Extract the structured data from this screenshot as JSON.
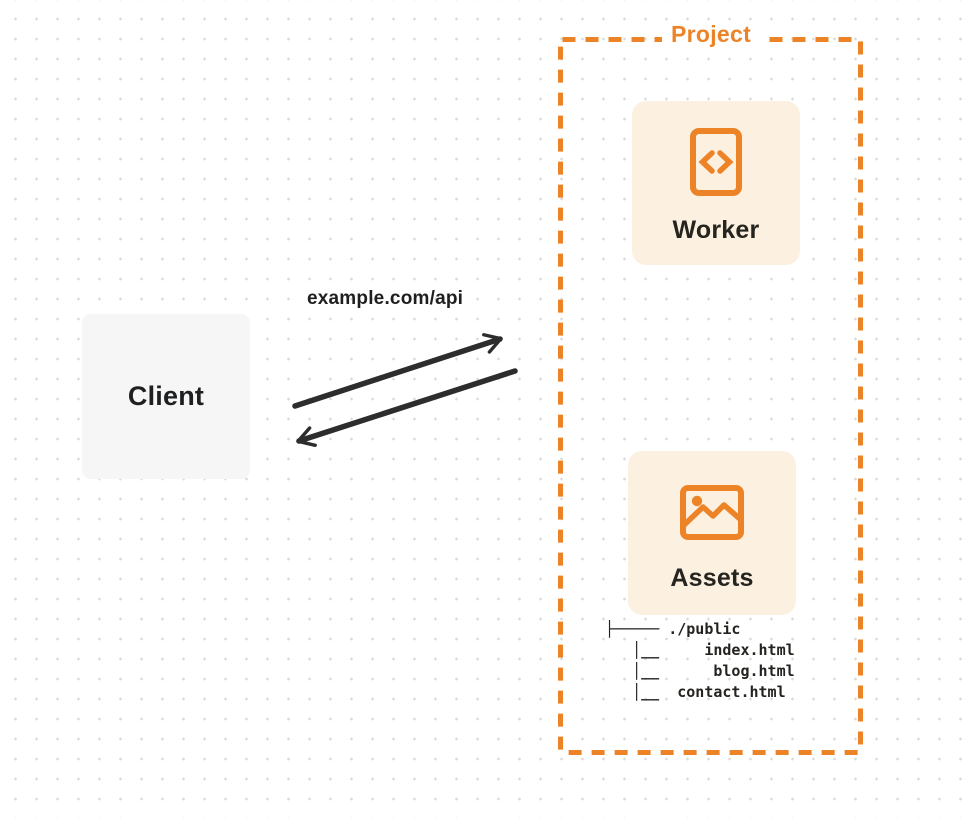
{
  "colors": {
    "accent_orange": "#ed8327",
    "card_cream": "#fcf0e1",
    "client_gray": "#f6f6f7",
    "arrow_dark": "#2d2d2d",
    "text_dark": "#1f1f1f",
    "dot_grid": "#dcdcdc"
  },
  "diagram": {
    "client": {
      "label": "Client"
    },
    "request": {
      "url_label": "example.com/api"
    },
    "arrows": [
      {
        "name": "request-arrow",
        "direction": "client-to-project"
      },
      {
        "name": "response-arrow",
        "direction": "project-to-client"
      }
    ],
    "project": {
      "label": "Project",
      "worker": {
        "label": "Worker",
        "icon": "code-document-icon"
      },
      "assets": {
        "label": "Assets",
        "icon": "image-icon",
        "file_tree": {
          "lines": [
            "├───── ./public",
            "   │__     index.html",
            "   │__      blog.html",
            "   │__  contact.html"
          ]
        }
      }
    }
  }
}
